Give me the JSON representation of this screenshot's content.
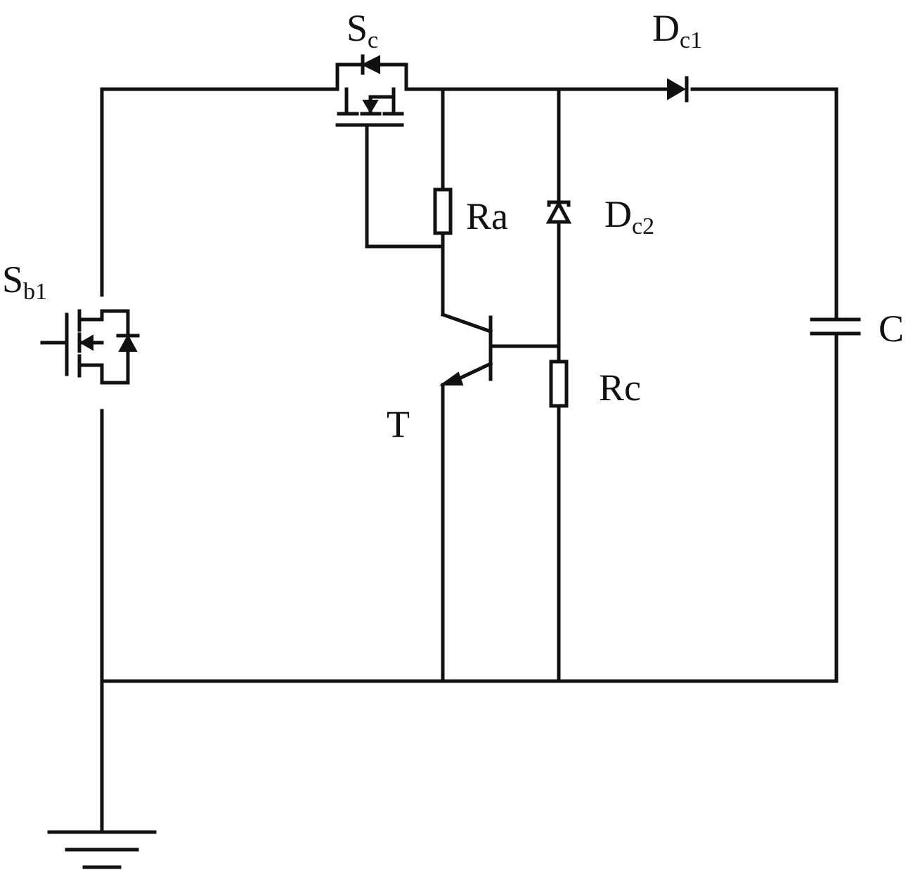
{
  "components": {
    "sb1": {
      "label": "S",
      "sub": "b1"
    },
    "sc": {
      "label": "S",
      "sub": "c"
    },
    "dc1": {
      "label": "D",
      "sub": "c1"
    },
    "dc2": {
      "label": "D",
      "sub": "c2"
    },
    "ra": {
      "label": "Ra"
    },
    "rc": {
      "label": "Rc"
    },
    "c": {
      "label": "C"
    },
    "t": {
      "label": "T"
    }
  },
  "colors": {
    "ink": "#111111",
    "background": "#ffffff"
  }
}
